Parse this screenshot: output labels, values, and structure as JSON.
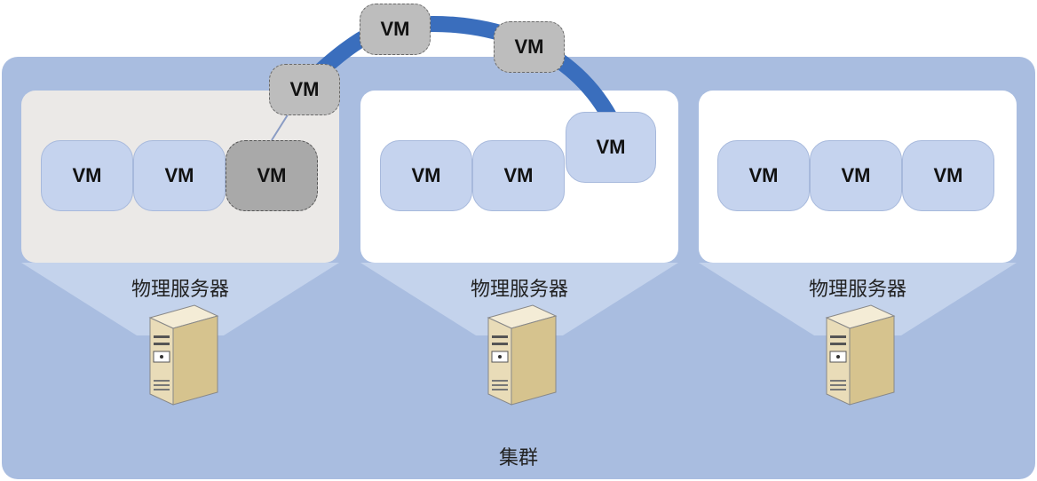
{
  "diagram": {
    "cluster_label": "集群",
    "vm_label": "VM",
    "hosts": [
      {
        "label": "物理服务器"
      },
      {
        "label": "物理服务器"
      },
      {
        "label": "物理服务器"
      }
    ]
  }
}
